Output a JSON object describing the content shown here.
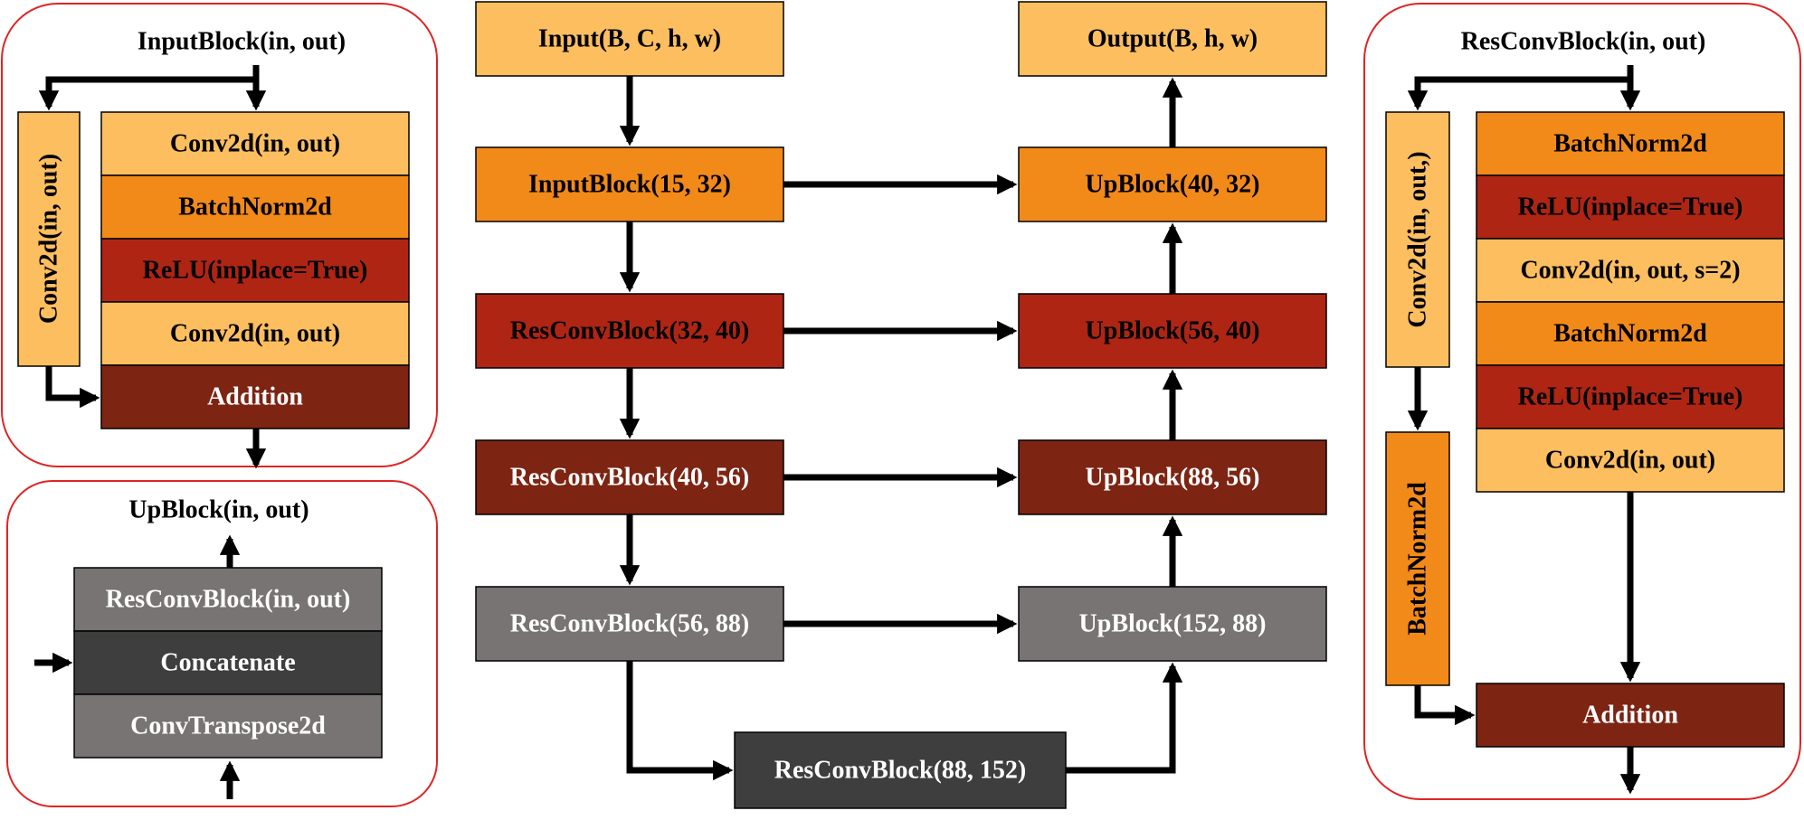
{
  "colors": {
    "light_orange": "#fcbe5f",
    "orange": "#f28a19",
    "red": "#ae2514",
    "dark_red": "#7d2413",
    "gray": "#787474",
    "dark_gray": "#3e3e3e",
    "panel_border": "#e02424",
    "arrow": "#000000"
  },
  "input_block_panel": {
    "title": "InputBlock(in, out)",
    "skip": "Conv2d(in, out)",
    "layers": [
      "Conv2d(in, out)",
      "BatchNorm2d",
      "ReLU(inplace=True)",
      "Conv2d(in, out)",
      "Addition"
    ]
  },
  "up_block_panel": {
    "title": "UpBlock(in, out)",
    "layers": [
      "ResConvBlock(in, out)",
      "Concatenate",
      "ConvTranspose2d"
    ]
  },
  "res_conv_block_panel": {
    "title": "ResConvBlock(in, out)",
    "skip_conv": "Conv2d(in, out,)",
    "skip_norm": "BatchNorm2d",
    "layers": [
      "BatchNorm2d",
      "ReLU(inplace=True)",
      "Conv2d(in, out, s=2)",
      "BatchNorm2d",
      "ReLU(inplace=True)",
      "Conv2d(in, out)"
    ],
    "addition": "Addition"
  },
  "network": {
    "input": "Input(B, C, h, w)",
    "output": "Output(B, h, w)",
    "encoder": [
      "InputBlock(15, 32)",
      "ResConvBlock(32, 40)",
      "ResConvBlock(40, 56)",
      "ResConvBlock(56, 88)"
    ],
    "bottleneck": "ResConvBlock(88, 152)",
    "decoder": [
      "UpBlock(40, 32)",
      "UpBlock(56, 40)",
      "UpBlock(88, 56)",
      "UpBlock(152, 88)"
    ]
  }
}
